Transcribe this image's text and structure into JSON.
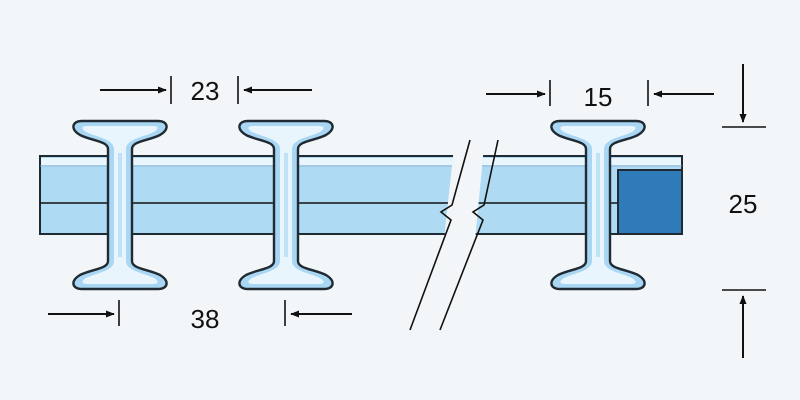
{
  "dimensions": {
    "top_pitch": "23",
    "right_pitch": "15",
    "bottom_pitch": "38",
    "height": "25"
  },
  "colors": {
    "background": "#f3f6f9",
    "strip_fill": "#aedaf3",
    "strip_stripe": "#e9f6fd",
    "strip_edge": "#5b9fd0",
    "profile_fill": "#a9d6f2",
    "profile_highlight": "#e8f5fd",
    "profile_outline": "#1f2a33",
    "cross_section": "#2f7ab8",
    "line": "#111111"
  },
  "icons": {
    "dimension_arrow": "arrow-icon",
    "break_mark": "break-mark-icon"
  }
}
